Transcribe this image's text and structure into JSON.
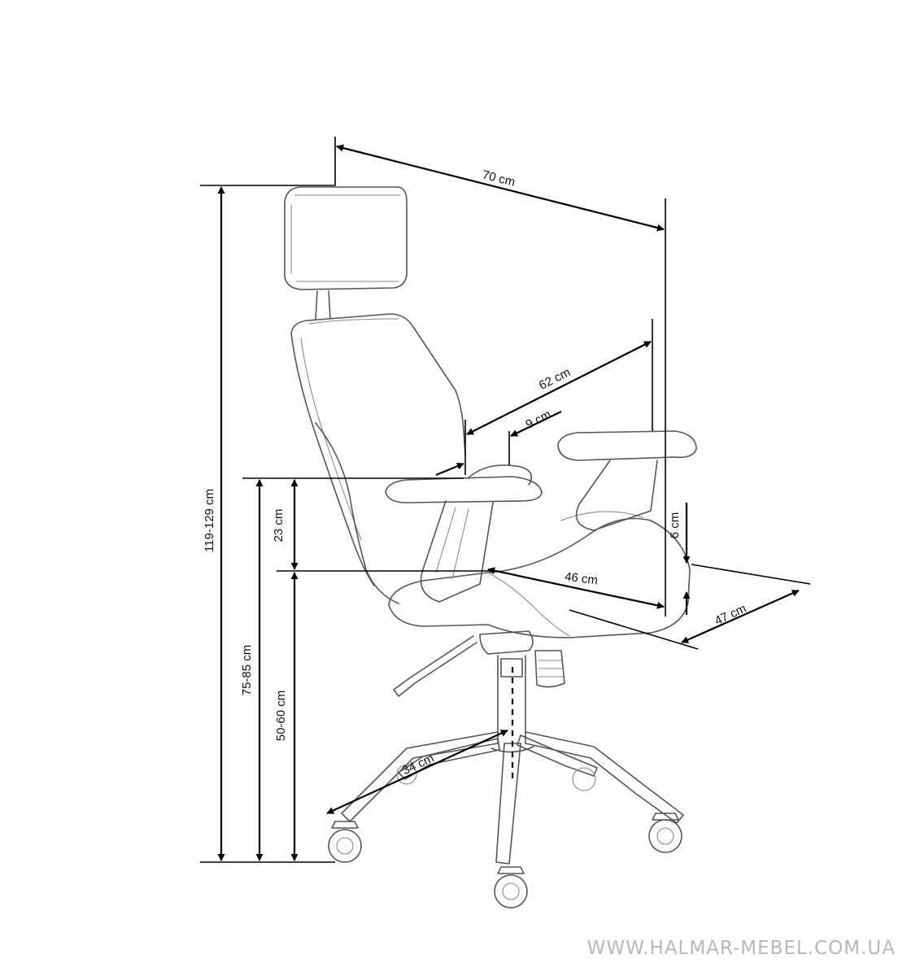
{
  "dimensions": {
    "depth_total": "70 cm",
    "height_total": "119-129 cm",
    "height_armrest": "75-85 cm",
    "height_seat": "50-60 cm",
    "armrest_above_seat": "23 cm",
    "backrest_depth": "62 cm",
    "backrest_cushion": "9 cm",
    "seat_depth": "46 cm",
    "seat_thickness": "6 cm",
    "seat_width": "47 cm",
    "base_radius": "34 cm"
  },
  "watermark": "WWW.HALMAR-MEBEL.COM.UA",
  "icons": {
    "chair": "office-chair-with-headrest"
  }
}
